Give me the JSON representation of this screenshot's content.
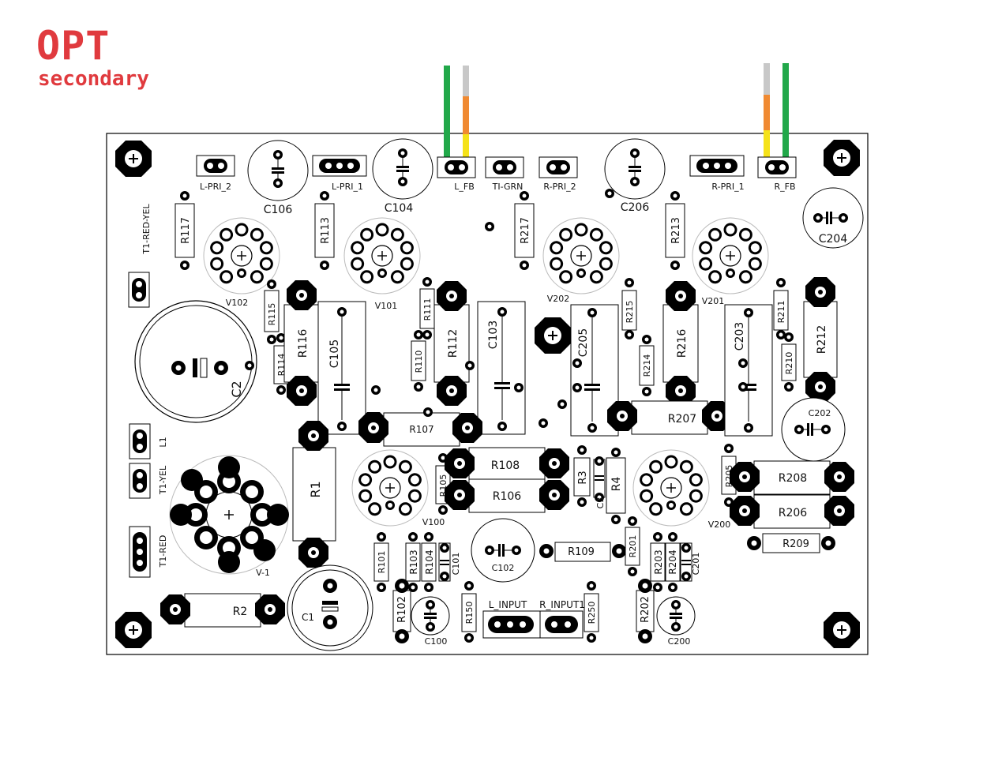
{
  "heading": {
    "line1": "OPT",
    "line2": "secondary"
  },
  "labels": {
    "lpri2": "L-PRI_2",
    "lpri1": "L-PRI_1",
    "lfb": "L_FB",
    "tigrn": "TI-GRN",
    "rpri2": "R-PRI_2",
    "rpri1": "R-PRI_1",
    "rfb": "R_FB",
    "t1redyel": "T1-RED-YEL",
    "l1": "L1",
    "t1yel": "T1-YEL",
    "t1red": "T1-RED",
    "v1": "V-1",
    "v100": "V100",
    "v101": "V101",
    "v102": "V102",
    "v200": "V200",
    "v201": "V201",
    "v202": "V202",
    "c1": "C1",
    "c2": "C2",
    "c3": "C3",
    "c100": "C100",
    "c101": "C101",
    "c102": "C102",
    "c103": "C103",
    "c104": "C104",
    "c105": "C105",
    "c106": "C106",
    "c200": "C200",
    "c201": "C201",
    "c202": "C202",
    "c203": "C203",
    "c204": "C204",
    "c205": "C205",
    "c206": "C206",
    "r1": "R1",
    "r2": "R2",
    "r3": "R3",
    "r4": "R4",
    "r101": "R101",
    "r102": "R102",
    "r103": "R103",
    "r104": "R104",
    "r105": "R105",
    "r106": "R106",
    "r107": "R107",
    "r108": "R108",
    "r109": "R109",
    "r110": "R110",
    "r111": "R111",
    "r112": "R112",
    "r113": "R113",
    "r114": "R114",
    "r115": "R115",
    "r116": "R116",
    "r117": "R117",
    "r150": "R150",
    "r201": "R201",
    "r202": "R202",
    "r203": "R203",
    "r204": "R204",
    "r205": "R205",
    "r206": "R206",
    "r207": "R207",
    "r208": "R208",
    "r209": "R209",
    "r210": "R210",
    "r211": "R211",
    "r212": "R212",
    "r213": "R213",
    "r214": "R214",
    "r215": "R215",
    "r216": "R216",
    "r217": "R217",
    "r250": "R250",
    "linput": "L_INPUT",
    "rinput": "R_INPUT1"
  },
  "colors": {
    "heading": "#e03a3e",
    "wire_green": "#22a84a",
    "wire_gray": "#c8c8c8",
    "wire_orange": "#f08a32",
    "wire_yellow": "#f5e21a"
  }
}
